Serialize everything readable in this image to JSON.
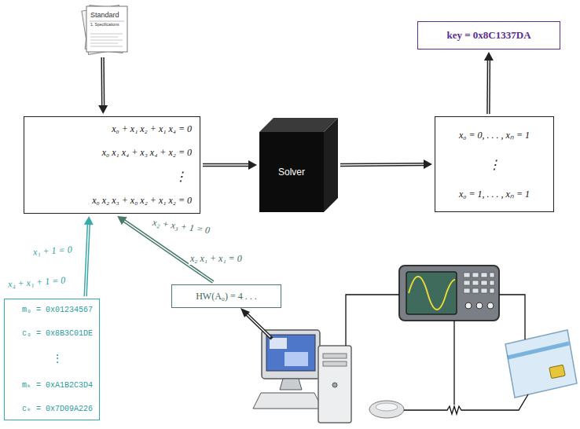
{
  "diagram": {
    "nodes": [
      {
        "text": [
          "Standard",
          "1. Specifications"
        ]
      },
      {
        "text": [
          "x₀ + x₁ x₂ + x₁ x₄ = 0",
          "x₀ x₁ x₄ + x₃ x₄ + x₂ = 0",
          "⋮",
          "x₀ x₂ x₃ + x₀ x₂ + x₁ x₂ = 0"
        ]
      },
      {
        "text": [
          "Solver"
        ]
      },
      {
        "text": [
          "x₀ = 0, . . . , xₙ = 1",
          "⋮",
          "x₀ = 1, . . . , xₙ = 1"
        ]
      },
      {
        "text": [
          "key = 0x8C1337DA"
        ]
      },
      {
        "text": [
          "m₀ = 0x01234567",
          "c₀ = 0x8B3C01DE",
          "⋮",
          "mₖ = 0xA1B2C3D4",
          "cₖ = 0x7D09A226"
        ]
      },
      {
        "text": [
          "HW(A₀) = 4 . . ."
        ]
      }
    ],
    "edges": [
      {
        "from": 0,
        "to": 1,
        "arrow": "to"
      },
      {
        "from": 1,
        "to": 2,
        "arrow": "to"
      },
      {
        "from": 2,
        "to": 3,
        "arrow": "to"
      },
      {
        "from": 3,
        "to": 4,
        "arrow": "to"
      },
      {
        "from": 5,
        "to": 1,
        "arrow": "to"
      },
      {
        "from": 6,
        "to": 1,
        "arrow": "to"
      }
    ],
    "labels": [
      "x₁ + 1 = 0",
      "x₄ + x₁ + 1 = 0",
      "x₂ + x₃ + 1 = 0",
      "x₂ x₁ + x₁ = 0"
    ]
  }
}
